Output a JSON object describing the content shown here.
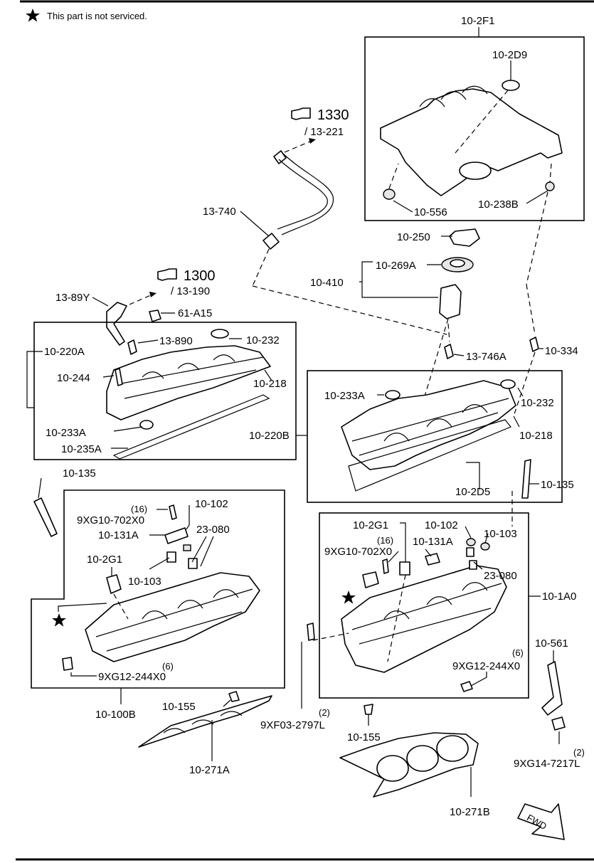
{
  "note": {
    "text": "This part is not serviced."
  },
  "icons": {
    "note": "star-icon",
    "ref": "pointing-hand-icon",
    "fwd": "fwd-arrow-icon"
  },
  "refs": [
    {
      "id": "ref-1330",
      "num": "1330",
      "sub": "/ 13-221"
    },
    {
      "id": "ref-1300",
      "num": "1300",
      "sub": "/ 13-190"
    }
  ],
  "fwd": "FWD",
  "labels": {
    "p_10_2F1": "10-2F1",
    "p_10_2D9": "10-2D9",
    "p_10_556": "10-556",
    "p_10_238B": "10-238B",
    "p_13_740": "13-740",
    "p_10_250": "10-250",
    "p_10_269A": "10-269A",
    "p_10_410": "10-410",
    "p_13_89Y": "13-89Y",
    "p_61_A15": "61-A15",
    "p_13_890": "13-890",
    "p_10_232_l": "10-232",
    "p_10_220A": "10-220A",
    "p_10_244": "10-244",
    "p_10_218_l": "10-218",
    "p_10_233A_l": "10-233A",
    "p_10_235A": "10-235A",
    "p_10_220B": "10-220B",
    "p_13_746A": "13-746A",
    "p_10_334": "10-334",
    "p_10_233A_r": "10-233A",
    "p_10_232_r": "10-232",
    "p_10_218_r": "10-218",
    "p_10_2D5": "10-2D5",
    "p_10_135_l": "10-135",
    "p_10_135_r": "10-135",
    "p_qty16_l": "(16)",
    "p_9XG10_l": "9XG10-702X0",
    "p_10_102_l": "10-102",
    "p_10_131A_l": "10-131A",
    "p_23_080_l": "23-080",
    "p_10_2G1_l": "10-2G1",
    "p_10_103_l": "10-103",
    "p_qty6_l": "(6)",
    "p_9XG12_l": "9XG12-244X0",
    "p_10_100B": "10-100B",
    "p_10_2G1_r": "10-2G1",
    "p_qty16_r": "(16)",
    "p_9XG10_r": "9XG10-702X0",
    "p_10_102_r": "10-102",
    "p_10_103_r": "10-103",
    "p_10_131A_r": "10-131A",
    "p_23_080_r": "23-080",
    "p_10_1A0": "10-1A0",
    "p_qty6_r": "(6)",
    "p_9XG12_r": "9XG12-244X0",
    "p_10_561": "10-561",
    "p_10_155_l": "10-155",
    "p_qty2_m": "(2)",
    "p_9XF03": "9XF03-2797L",
    "p_10_155_r": "10-155",
    "p_qty2_r": "(2)",
    "p_9XG14": "9XG14-7217L",
    "p_10_271A": "10-271A",
    "p_10_271B": "10-271B"
  }
}
